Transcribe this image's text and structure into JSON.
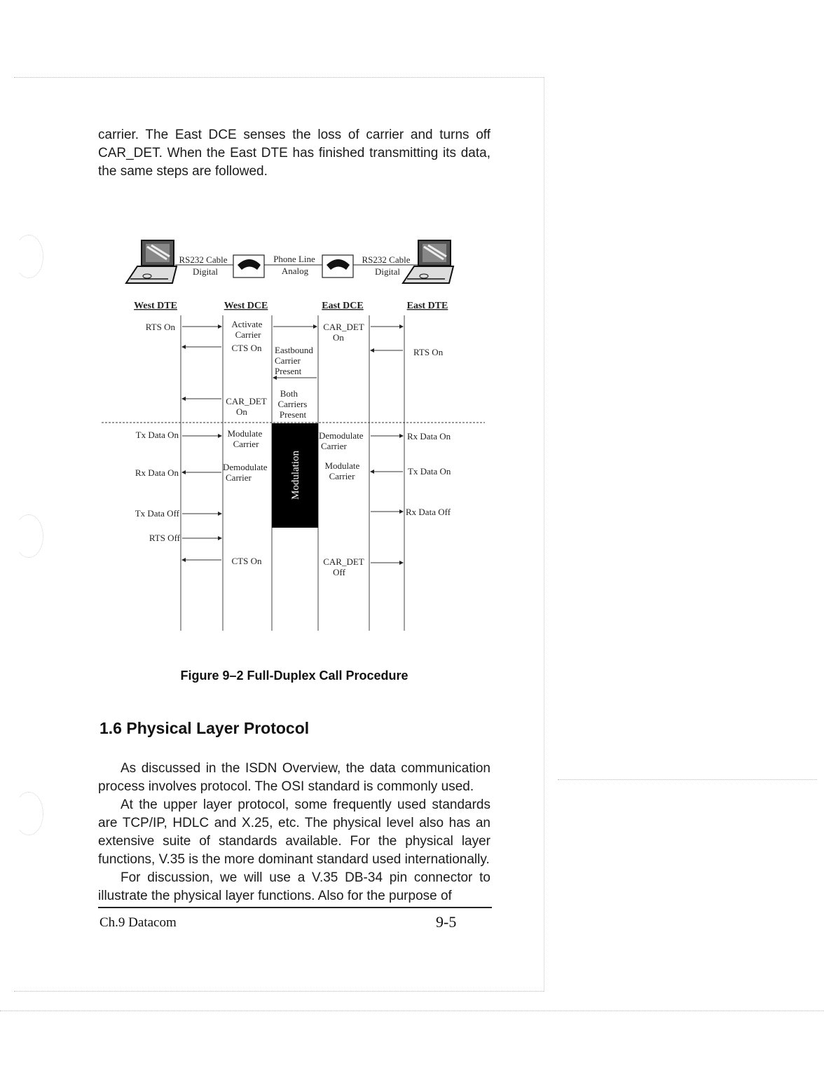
{
  "page": {
    "intro_text": "carrier. The East DCE senses the loss of carrier and turns off CAR_DET. When the East DTE has finished transmitting its data, the same steps are followed.",
    "section_title": "1.6 Physical Layer Protocol",
    "paragraphs": [
      "As discussed in the ISDN Overview, the data communication process involves protocol. The OSI standard is commonly used.",
      "At the upper layer protocol, some frequently used standards are TCP/IP, HDLC and X.25, etc. The physical level also has an extensive suite of standards available. For the physical layer functions, V.35 is the more dominant standard used internationally.",
      "For discussion, we will use a V.35 DB-34 pin connector to illustrate the physical layer functions. Also for the purpose of"
    ],
    "footer_left": "Ch.9  Datacom",
    "footer_right": "9-5"
  },
  "figure": {
    "caption": "Figure 9–2   Full-Duplex Call Procedure",
    "links": {
      "left_cable": "RS232 Cable",
      "left_cable_type": "Digital",
      "phone_line": "Phone Line",
      "phone_line_type": "Analog",
      "right_cable": "RS232 Cable",
      "right_cable_type": "Digital"
    },
    "columns": {
      "west_dte": "West DTE",
      "west_dce": "West DCE",
      "east_dce": "East DCE",
      "east_dte": "East DTE"
    },
    "west_dte_events": [
      "RTS On",
      "Tx Data On",
      "Rx Data On",
      "Tx Data Off",
      "RTS Off"
    ],
    "west_dce_events": [
      [
        "Activate",
        "Carrier"
      ],
      [
        "CTS On"
      ],
      [
        "CAR_DET",
        "On"
      ],
      [
        "Modulate",
        "Carrier"
      ],
      [
        "Demodulate",
        "Carrier"
      ],
      [
        "CTS On"
      ]
    ],
    "middle_events": [
      [
        "Eastbound",
        "Carrier",
        "Present"
      ],
      [
        "Both",
        "Carriers",
        "Present"
      ]
    ],
    "modulation_label": "Modulation",
    "east_dce_events": [
      [
        "CAR_DET",
        "On"
      ],
      [
        "Demodulate",
        "Carrier"
      ],
      [
        "Modulate",
        "Carrier"
      ],
      [
        "CAR_DET",
        "Off"
      ]
    ],
    "east_dte_events": [
      "RTS On",
      "Rx Data On",
      "Tx Data On",
      "Rx Data Off"
    ]
  }
}
